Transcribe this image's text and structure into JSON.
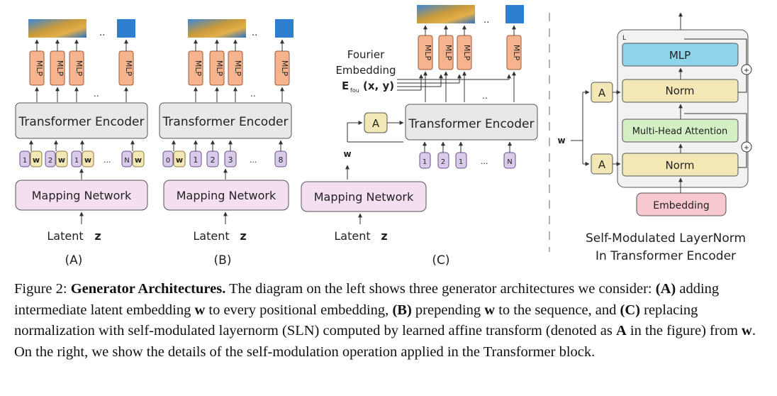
{
  "panel_a": {
    "label": "(A)",
    "encoder": "Transformer Encoder",
    "mapping": "Mapping Network",
    "latent": "Latent",
    "latent_var": "z",
    "mlp": "MLP",
    "ellipsis": "..",
    "tokens": [
      "1",
      "w",
      "2",
      "w",
      "1",
      "w",
      "N",
      "w"
    ],
    "token_ellipsis": "..."
  },
  "panel_b": {
    "label": "(B)",
    "encoder": "Transformer Encoder",
    "mapping": "Mapping Network",
    "latent": "Latent",
    "latent_var": "z",
    "mlp": "MLP",
    "ellipsis": "..",
    "tokens": [
      "0",
      "w",
      "1",
      "2",
      "3",
      "8"
    ],
    "token_ellipsis": "..."
  },
  "panel_c": {
    "label": "(C)",
    "encoder": "Transformer Encoder",
    "mapping": "Mapping Network",
    "latent": "Latent",
    "latent_var": "z",
    "mlp": "MLP",
    "ellipsis": "..",
    "affine": "A",
    "w_label": "w",
    "fourier_line1": "Fourier",
    "fourier_line2": "Embedding",
    "fourier_line3": "E",
    "fourier_sub": "fou",
    "fourier_args": "(x, y)",
    "tokens": [
      "1",
      "2",
      "1",
      "N"
    ],
    "token_ellipsis": "..."
  },
  "sln": {
    "mlp": "MLP",
    "norm_top": "Norm",
    "attention": "Multi-Head Attention",
    "norm_bottom": "Norm",
    "embedding": "Embedding",
    "affine_top": "A",
    "affine_bottom": "A",
    "w_label": "w",
    "block_tag": "L",
    "title_line1": "Self-Modulated LayerNorm",
    "title_line2": "In Transformer Encoder",
    "add_symbol": "+"
  },
  "caption": {
    "figure_label": "Figure 2:",
    "title": "Generator Architectures.",
    "part1": "The diagram on the left shows three generator architectures we consider:",
    "a_tag": "(A)",
    "part2": "adding intermediate latent embedding",
    "w1": "w",
    "part3": "to every positional embedding,",
    "b_tag": "(B)",
    "part4": "prepending",
    "w2": "w",
    "part5": "to the sequence, and",
    "c_tag": "(C)",
    "part6": "replacing normalization with self-modulated layernorm (SLN) computed by learned affine transform (denoted as",
    "a_sym": "A",
    "part7": "in the figure) from",
    "w3": "w",
    "part8": ". On the right, we show the details of the self-modulation operation applied in the Transformer block."
  },
  "colors": {
    "mlp_fill": "#f6b48e",
    "encoder_fill": "#e8e8e8",
    "mapping_fill": "#f3dff0",
    "token_fill": "#d9cbea",
    "w_token_fill": "#f3e8b5",
    "affine_fill": "#f3e8b5",
    "sln_mlp_fill": "#8fd3ea",
    "sln_norm_fill": "#f3e8b5",
    "sln_attn_fill": "#d4efc4",
    "sln_embed_fill": "#f7c8cf",
    "image_sky": "#2f7fd0",
    "image_gold": "#c99a3a"
  }
}
